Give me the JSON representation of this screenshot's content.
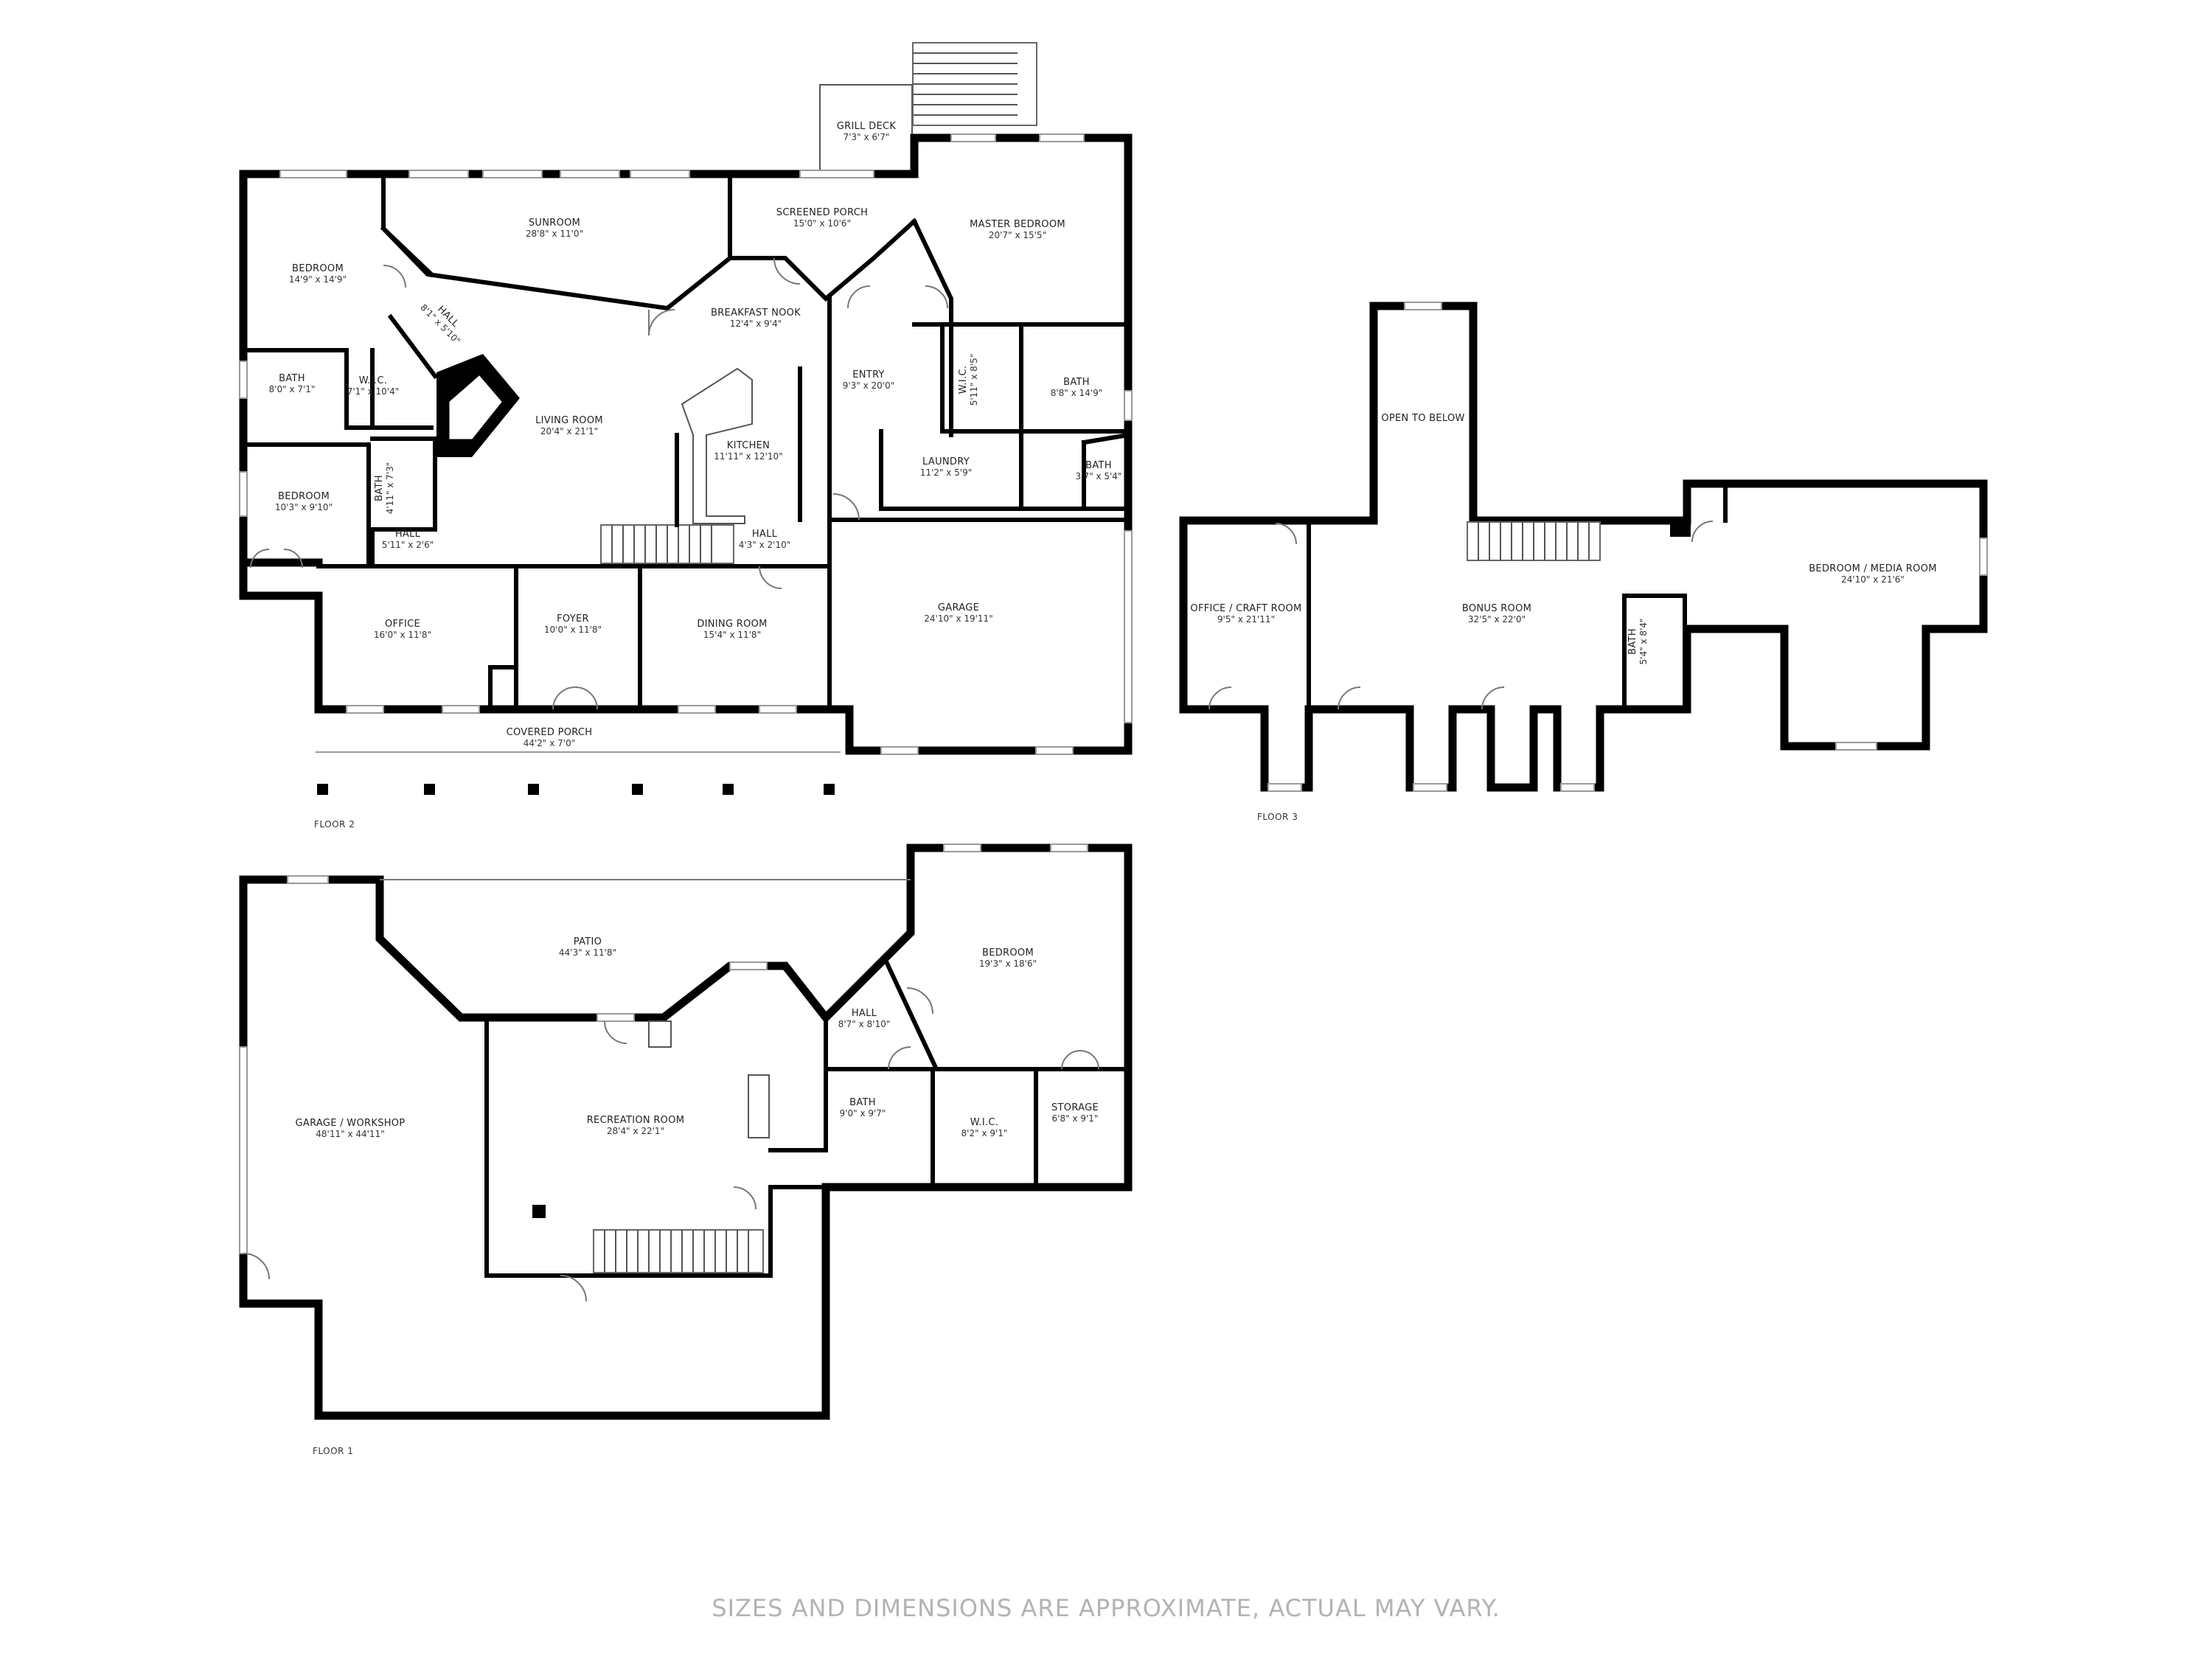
{
  "floors": [
    {
      "label": "FLOOR 2",
      "rooms": [
        {
          "name": "GRILL DECK",
          "dim": "7'3\" x 6'7\""
        },
        {
          "name": "SCREENED PORCH",
          "dim": "15'0\" x 10'6\""
        },
        {
          "name": "SUNROOM",
          "dim": "28'8\" x 11'0\""
        },
        {
          "name": "MASTER BEDROOM",
          "dim": "20'7\" x 15'5\""
        },
        {
          "name": "BEDROOM",
          "dim": "14'9\" x 14'9\""
        },
        {
          "name": "HALL",
          "dim": "8'1\" x 5'10\""
        },
        {
          "name": "BREAKFAST NOOK",
          "dim": "12'4\" x 9'4\""
        },
        {
          "name": "ENTRY",
          "dim": "9'3\" x 20'0\""
        },
        {
          "name": "W.I.C.",
          "dim": "5'11\" x 8'5\""
        },
        {
          "name": "BATH",
          "dim": "8'8\" x 14'9\""
        },
        {
          "name": "BATH",
          "dim": "8'0\" x 7'1\""
        },
        {
          "name": "W.I.C.",
          "dim": "7'1\" x 10'4\""
        },
        {
          "name": "LIVING ROOM",
          "dim": "20'4\" x 21'1\""
        },
        {
          "name": "KITCHEN",
          "dim": "11'11\" x 12'10\""
        },
        {
          "name": "LAUNDRY",
          "dim": "11'2\" x 5'9\""
        },
        {
          "name": "BATH",
          "dim": "3'7\" x 5'4\""
        },
        {
          "name": "BEDROOM",
          "dim": "10'3\" x 9'10\""
        },
        {
          "name": "BATH",
          "dim": "4'11\" x 7'3\""
        },
        {
          "name": "HALL",
          "dim": "5'11\" x 2'6\""
        },
        {
          "name": "HALL",
          "dim": "4'3\" x 2'10\""
        },
        {
          "name": "OFFICE",
          "dim": "16'0\" x 11'8\""
        },
        {
          "name": "FOYER",
          "dim": "10'0\" x 11'8\""
        },
        {
          "name": "DINING ROOM",
          "dim": "15'4\" x 11'8\""
        },
        {
          "name": "GARAGE",
          "dim": "24'10\" x 19'11\""
        },
        {
          "name": "COVERED PORCH",
          "dim": "44'2\" x 7'0\""
        }
      ]
    },
    {
      "label": "FLOOR 3",
      "rooms": [
        {
          "name": "OPEN TO BELOW",
          "dim": ""
        },
        {
          "name": "OFFICE / CRAFT ROOM",
          "dim": "9'5\" x 21'11\""
        },
        {
          "name": "BONUS ROOM",
          "dim": "32'5\" x 22'0\""
        },
        {
          "name": "BATH",
          "dim": "5'4\" x 8'4\""
        },
        {
          "name": "BEDROOM / MEDIA ROOM",
          "dim": "24'10\" x 21'6\""
        }
      ]
    },
    {
      "label": "FLOOR 1",
      "rooms": [
        {
          "name": "PATIO",
          "dim": "44'3\" x 11'8\""
        },
        {
          "name": "BEDROOM",
          "dim": "19'3\" x 18'6\""
        },
        {
          "name": "HALL",
          "dim": "8'7\" x 8'10\""
        },
        {
          "name": "GARAGE / WORKSHOP",
          "dim": "48'11\" x 44'11\""
        },
        {
          "name": "RECREATION ROOM",
          "dim": "28'4\" x 22'1\""
        },
        {
          "name": "BATH",
          "dim": "9'0\" x 9'7\""
        },
        {
          "name": "W.I.C.",
          "dim": "8'2\" x 9'1\""
        },
        {
          "name": "STORAGE",
          "dim": "6'8\" x 9'1\""
        }
      ]
    }
  ],
  "disclaimer": "SIZES AND DIMENSIONS ARE APPROXIMATE, ACTUAL MAY VARY."
}
